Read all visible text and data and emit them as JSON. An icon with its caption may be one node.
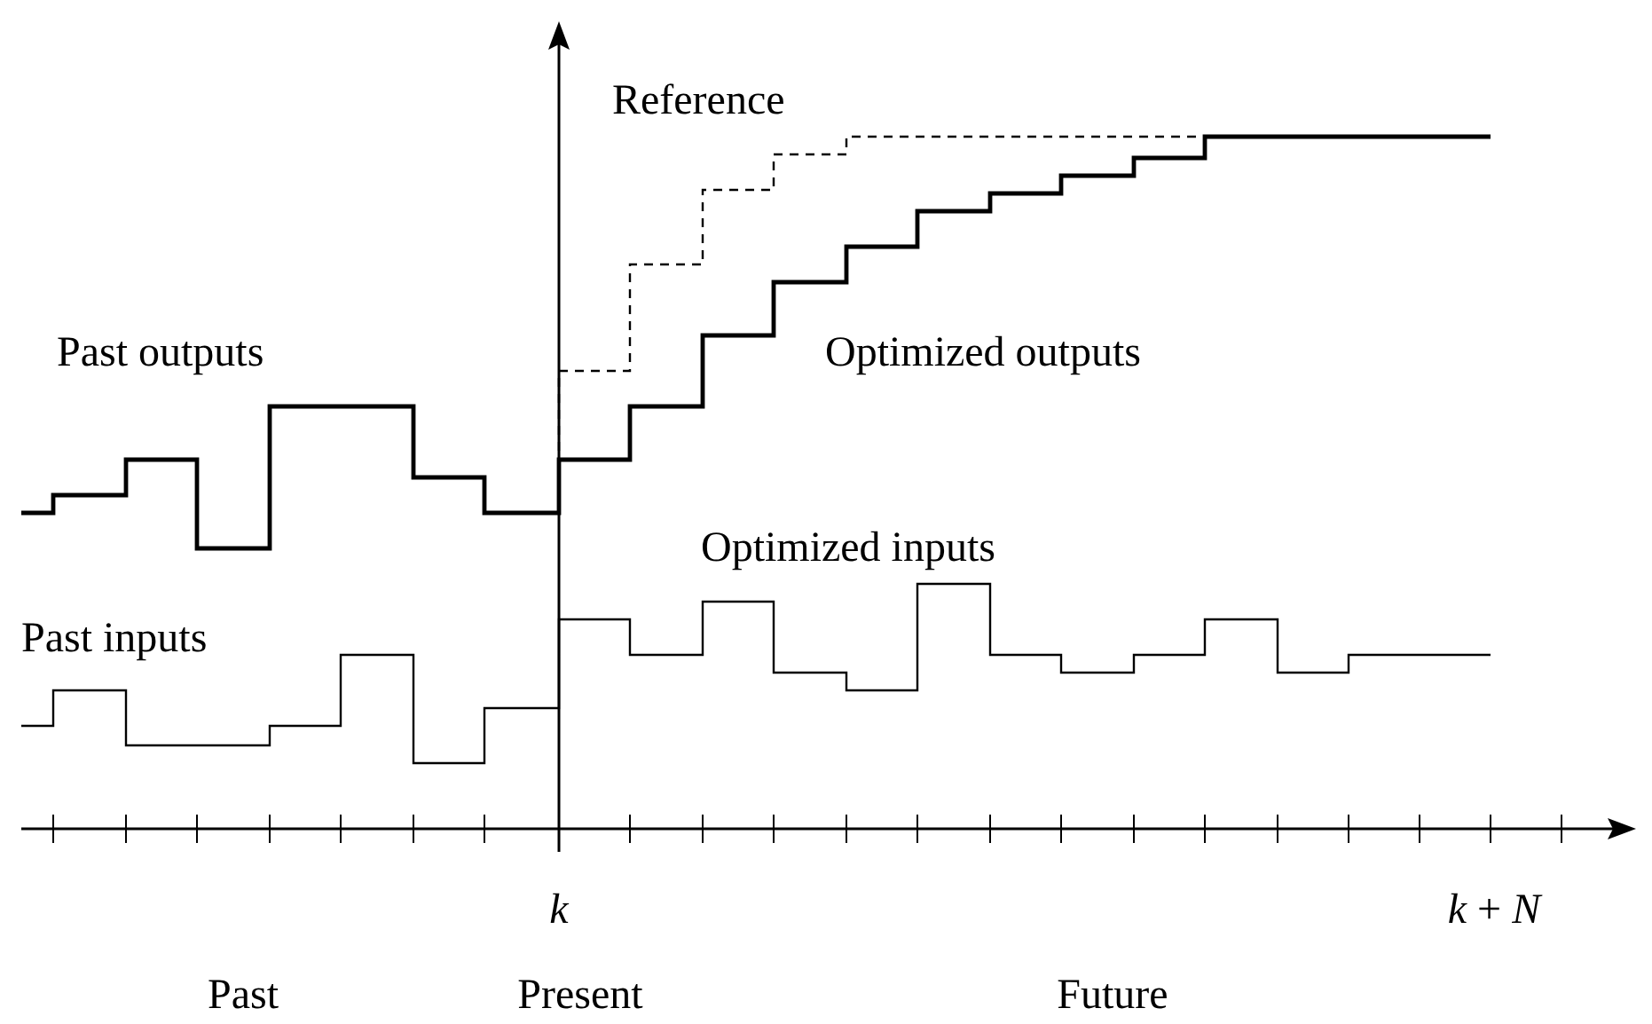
{
  "diagram": {
    "labels": [
      "Reference",
      "Past outputs",
      "Optimized outputs",
      "Optimized inputs",
      "Past inputs",
      "k",
      "*k* + *N*",
      "Past",
      "Present",
      "Future"
    ]
  }
}
